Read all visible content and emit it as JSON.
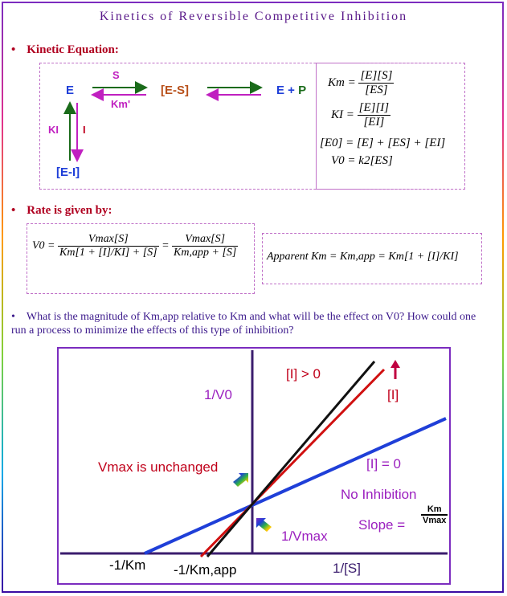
{
  "title": "Kinetics of Reversible Competitive Inhibition",
  "section1_label": "Kinetic Equation:",
  "section2_label": "Rate is given by:",
  "scheme": {
    "E": "E",
    "ES": "[E-S]",
    "EP": "E + ",
    "P": "P",
    "EI": "[E-I]",
    "S_label": "S",
    "Km_label": "Km'",
    "KI_label": "KI",
    "I_label": "I"
  },
  "equations": {
    "km_lhs": "Km",
    "km_num": "[E][S]",
    "km_den": "[ES]",
    "ki_lhs": "KI",
    "ki_num": "[E][I]",
    "ki_den": "[EI]",
    "e0": "[E0] = [E] + [ES] + [EI]",
    "v0": "V0 = k2[ES]"
  },
  "rate": {
    "v0": "V0 =",
    "num1": "Vmax[S]",
    "den1": "Km[1 + [I]/KI] + [S]",
    "num2": "Vmax[S]",
    "den2": "Km,app + [S]",
    "apparent": "Apparent Km = Km,app = Km[1 + [I]/KI]"
  },
  "question": "What is the magnitude of Km,app relative to Km and what will be the effect on V0? How could one run a process to minimize the effects of this type of inhibition?",
  "plot": {
    "y_axis_label": "1/V0",
    "x_axis_label": "1/[S]",
    "i_gt0": "[I] > 0",
    "i_label": "[I]",
    "i_eq0": "[I] = 0",
    "no_inhibition": "No Inhibition",
    "vmax_unchanged": "Vmax is unchanged",
    "one_over_vmax": "1/Vmax",
    "neg_inv_km": "-1/Km",
    "neg_inv_kmapp": "-1/Km,app",
    "slope_label": "Slope =",
    "slope_num": "Km",
    "slope_den": "Vmax",
    "colors": {
      "blue_line": "#1f3fd8",
      "red_line": "#d01010",
      "black_line": "#000000",
      "axis": "#3b1d6e",
      "border": "#7b2cbf",
      "purple_text": "#9b1fbf",
      "red_text": "#c0001a"
    }
  }
}
